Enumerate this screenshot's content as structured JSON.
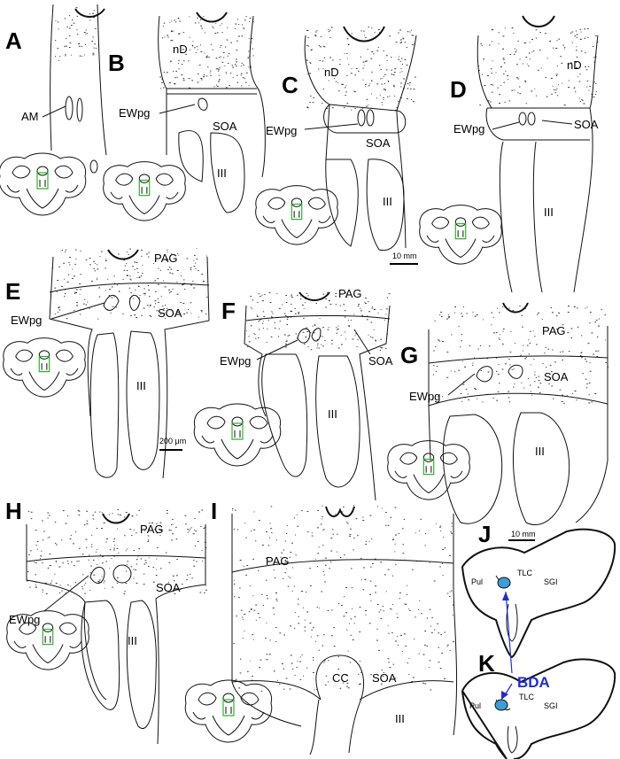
{
  "panels": [
    {
      "letter": "A",
      "labels": {
        "am": "AM"
      }
    },
    {
      "letter": "B",
      "labels": {
        "nd": "nD",
        "ewpg": "EWpg",
        "soa": "SOA",
        "iii": "III"
      }
    },
    {
      "letter": "C",
      "labels": {
        "nd": "nD",
        "ewpg": "EWpg",
        "soa": "SOA",
        "iii": "III"
      },
      "scale": "10 mm"
    },
    {
      "letter": "D",
      "labels": {
        "nd": "nD",
        "ewpg": "EWpg",
        "soa": "SOA",
        "iii": "III"
      }
    },
    {
      "letter": "E",
      "labels": {
        "pag": "PAG",
        "ewpg": "EWpg",
        "soa": "SOA",
        "iii": "III"
      },
      "scale": "200 μm"
    },
    {
      "letter": "F",
      "labels": {
        "pag": "PAG",
        "ewpg": "EWpg",
        "soa": "SOA",
        "iii": "III"
      }
    },
    {
      "letter": "G",
      "labels": {
        "pag": "PAG",
        "ewpg": "EWpg",
        "soa": "SOA",
        "iii": "III"
      }
    },
    {
      "letter": "H",
      "labels": {
        "pag": "PAG",
        "ewpg": "EWpg",
        "soa": "SOA",
        "iii": "III"
      }
    },
    {
      "letter": "I",
      "labels": {
        "pag": "PAG",
        "cc": "CC",
        "soa": "SOA",
        "iii": "III"
      }
    },
    {
      "letter": "J",
      "labels": {
        "pul": "Pul",
        "tlc": "TLC",
        "sgi": "SGI"
      },
      "scale": "10 mm"
    },
    {
      "letter": "K",
      "labels": {
        "pul": "Pul",
        "tlc": "TLC",
        "sgi": "SGI"
      }
    }
  ],
  "annotation": {
    "bda": "BDA"
  },
  "colors": {
    "bda_text": "#1f2bd6",
    "injection_site": "#3a9fd8",
    "inset_box": "#2fb52f",
    "line": "#111111"
  }
}
